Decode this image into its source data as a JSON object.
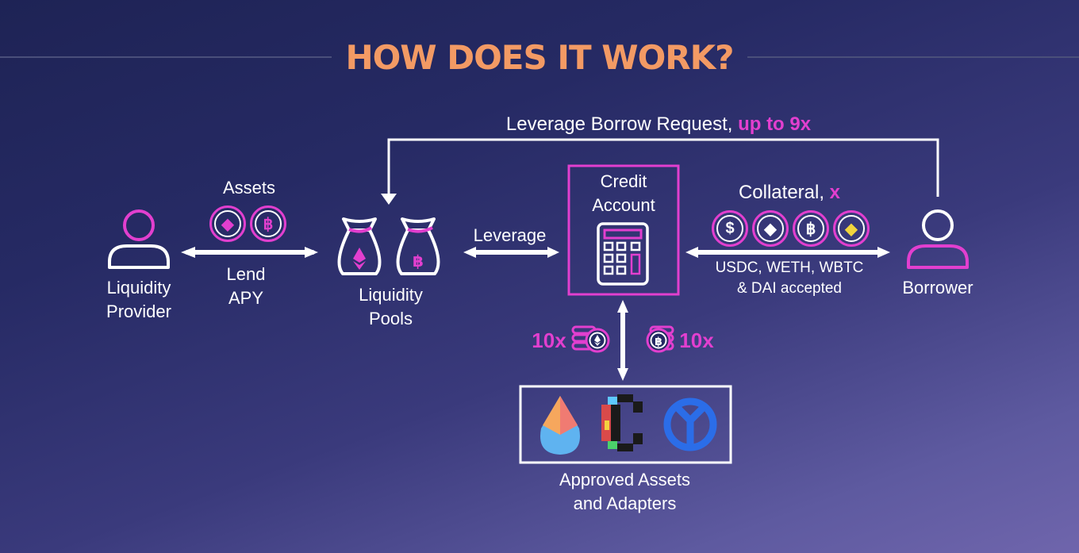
{
  "title": "HOW DOES IT WORK?",
  "colors": {
    "title": "#f39a64",
    "accent": "#e23fcf",
    "line": "#ffffff",
    "gold": "#f2d43d",
    "background": "#262a64"
  },
  "top_arrow": {
    "label": "Leverage Borrow Request, ",
    "highlight": "up to 9x"
  },
  "liquidity_provider": {
    "line1": "Liquidity",
    "line2": "Provider"
  },
  "assets_label": "Assets",
  "lend_label": {
    "line1": "Lend",
    "line2": "APY"
  },
  "liquidity_pools": {
    "line1": "Liquidity",
    "line2": "Pools"
  },
  "leverage_label": "Leverage",
  "credit_account": {
    "line1": "Credit",
    "line2": "Account"
  },
  "collateral": {
    "label": "Collateral, ",
    "highlight": "x"
  },
  "accepted": {
    "line1": "USDC, WETH, WBTC",
    "line2": "& DAI accepted"
  },
  "borrower": "Borrower",
  "left_multiplier": "10x",
  "right_multiplier": "10x",
  "approved": {
    "line1": "Approved Assets",
    "line2": "and Adapters"
  },
  "icons": {
    "asset_coins": [
      "eth-coin-icon",
      "btc-coin-icon"
    ],
    "collateral_coins": [
      "usdc-coin-icon",
      "weth-coin-icon",
      "wbtc-coin-icon",
      "dai-coin-icon"
    ],
    "adapters": [
      "lido-logo",
      "curve-logo",
      "yearn-logo"
    ]
  }
}
